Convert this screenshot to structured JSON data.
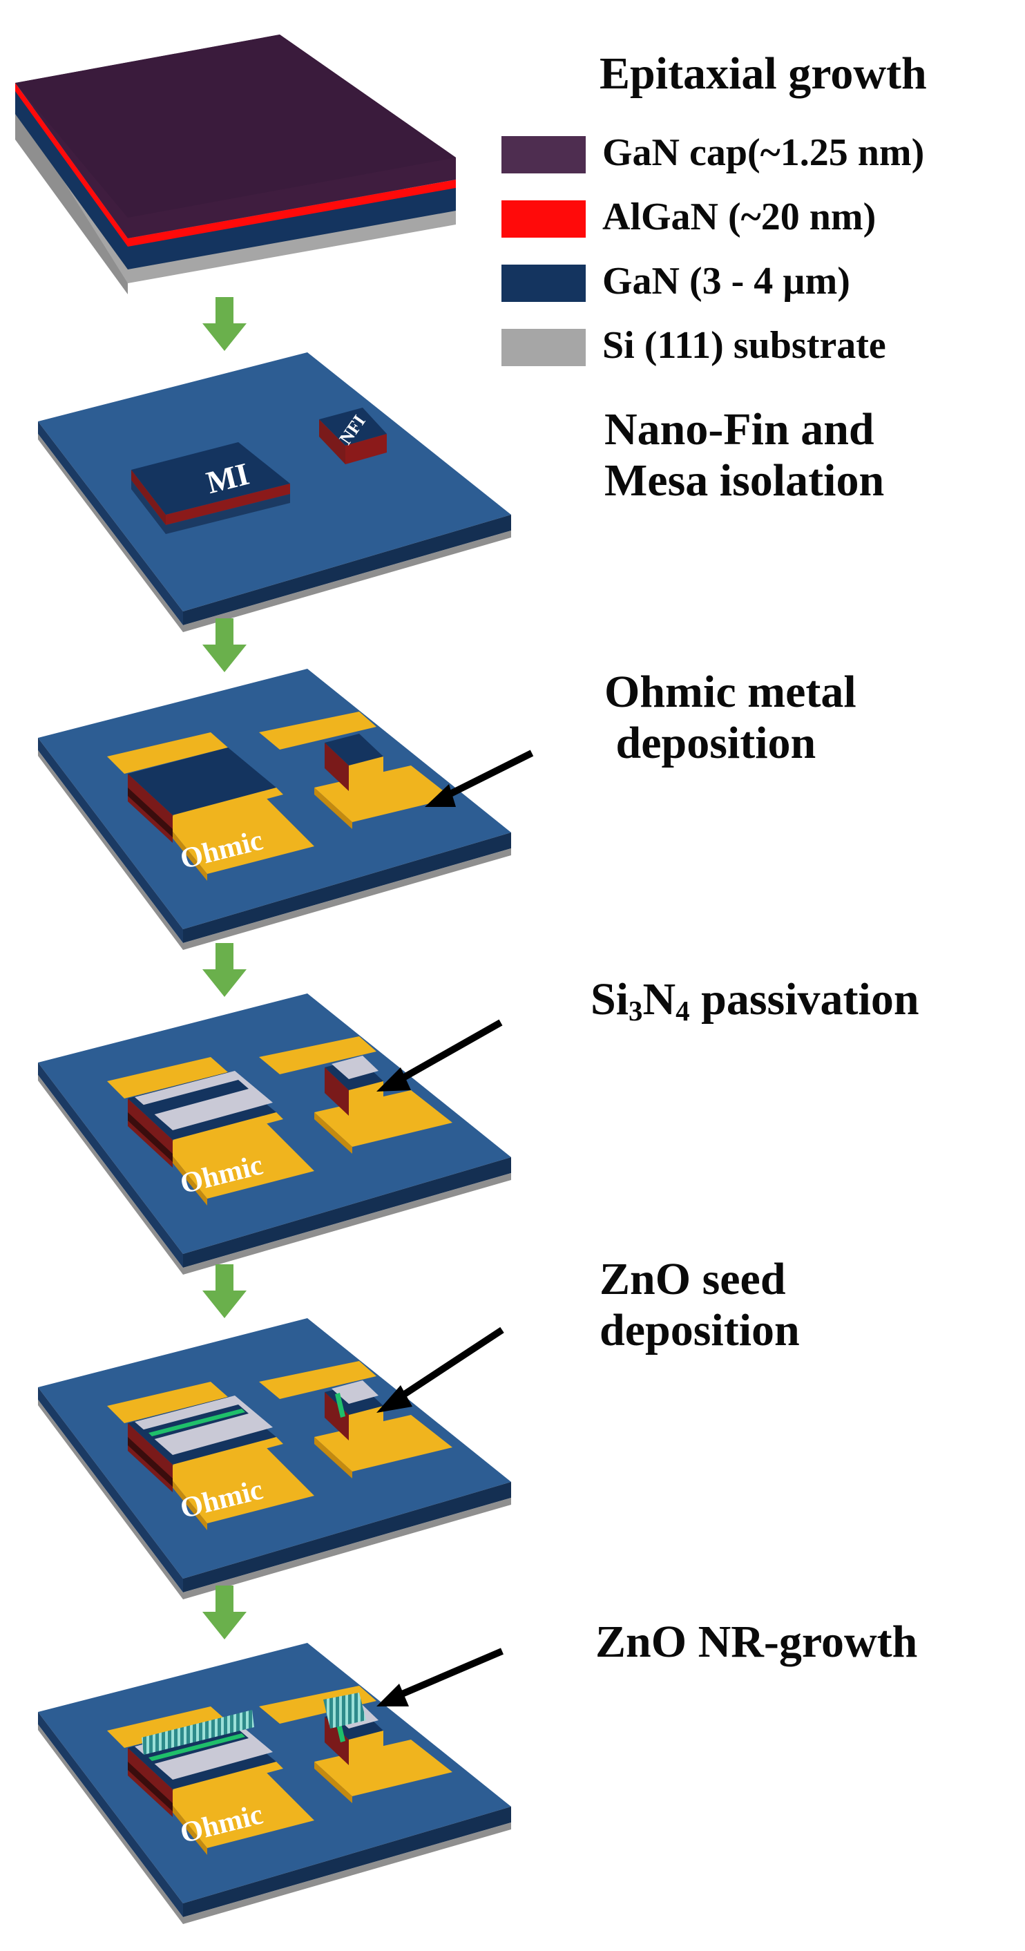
{
  "title": "Epitaxial growth",
  "legend": [
    {
      "label": "GaN cap(~1.25 nm)",
      "color": "#4e2d50"
    },
    {
      "label": "AlGaN (~20 nm)",
      "color": "#ff0a0a"
    },
    {
      "label": "GaN (3 - 4 µm)",
      "color": "#14345f"
    },
    {
      "label": "Si (111) substrate",
      "color": "#a6a6a6"
    }
  ],
  "steps": [
    {
      "line1": "Nano-Fin and",
      "line2": "Mesa isolation"
    },
    {
      "line1": "Ohmic metal",
      "line2": " deposition"
    },
    {
      "pre": "Si",
      "sub1": "3",
      "mid": "N",
      "sub2": "4",
      "post": " passivation"
    },
    {
      "line1": "ZnO seed",
      "line2": "deposition"
    },
    {
      "line1": "ZnO NR-growth"
    }
  ],
  "device_labels": {
    "mesa": "MI",
    "fin": "NFI",
    "ohmic": "Ohmic"
  },
  "colors": {
    "wafer_top": "#2d5d93",
    "wafer_side": "#1b3a63",
    "substrate_side": "#8f8f8f",
    "metal": "#f0b41e",
    "metal_dark": "#c48a10",
    "arrow_green": "#6ab04c",
    "passivation": "#c9c9d6",
    "seed": "#1fbf6a",
    "nanorod": "#2e8b8b"
  }
}
